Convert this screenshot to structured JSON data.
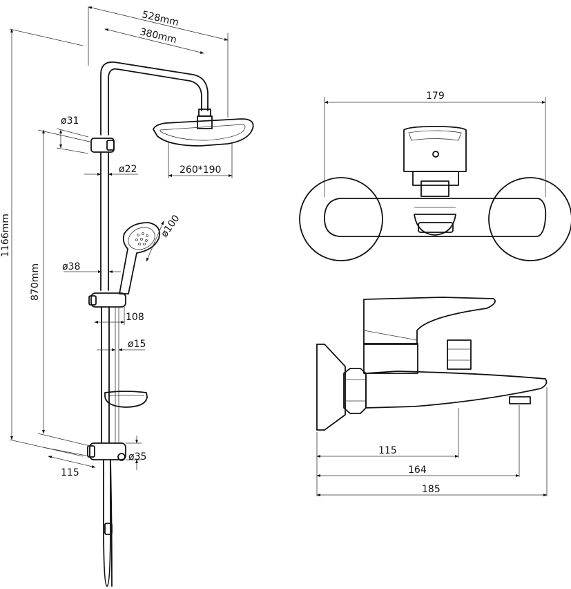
{
  "shower_column": {
    "total_width": "528mm",
    "arm_reach": "380mm",
    "total_height": "1166mm",
    "slider_height": "870mm",
    "top_bracket_dia": "ø31",
    "upper_tube_dia": "ø22",
    "head_size": "260*190",
    "hand_shower_dia": "ø100",
    "lower_tube_dia": "ø38",
    "slider_offset": "108",
    "hose_dia": "ø15",
    "mixer_connector_dia": "ø35",
    "wall_offset": "115"
  },
  "mixer": {
    "top_width": "179",
    "spout_a": "115",
    "spout_b": "164",
    "spout_c": "185"
  }
}
